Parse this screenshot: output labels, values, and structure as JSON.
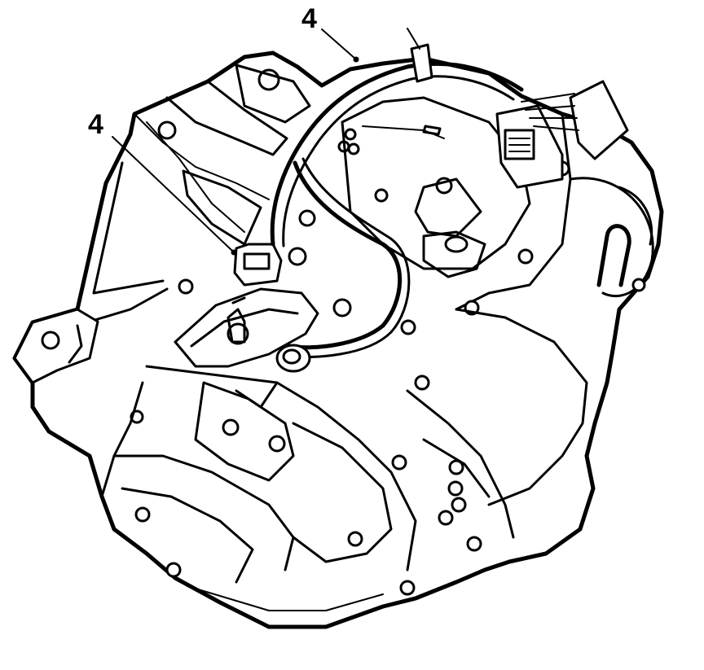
{
  "callouts": [
    {
      "id": "top",
      "label": "4"
    },
    {
      "id": "left",
      "label": "4"
    }
  ],
  "colors": {
    "line": "#000000",
    "background": "#ffffff"
  }
}
